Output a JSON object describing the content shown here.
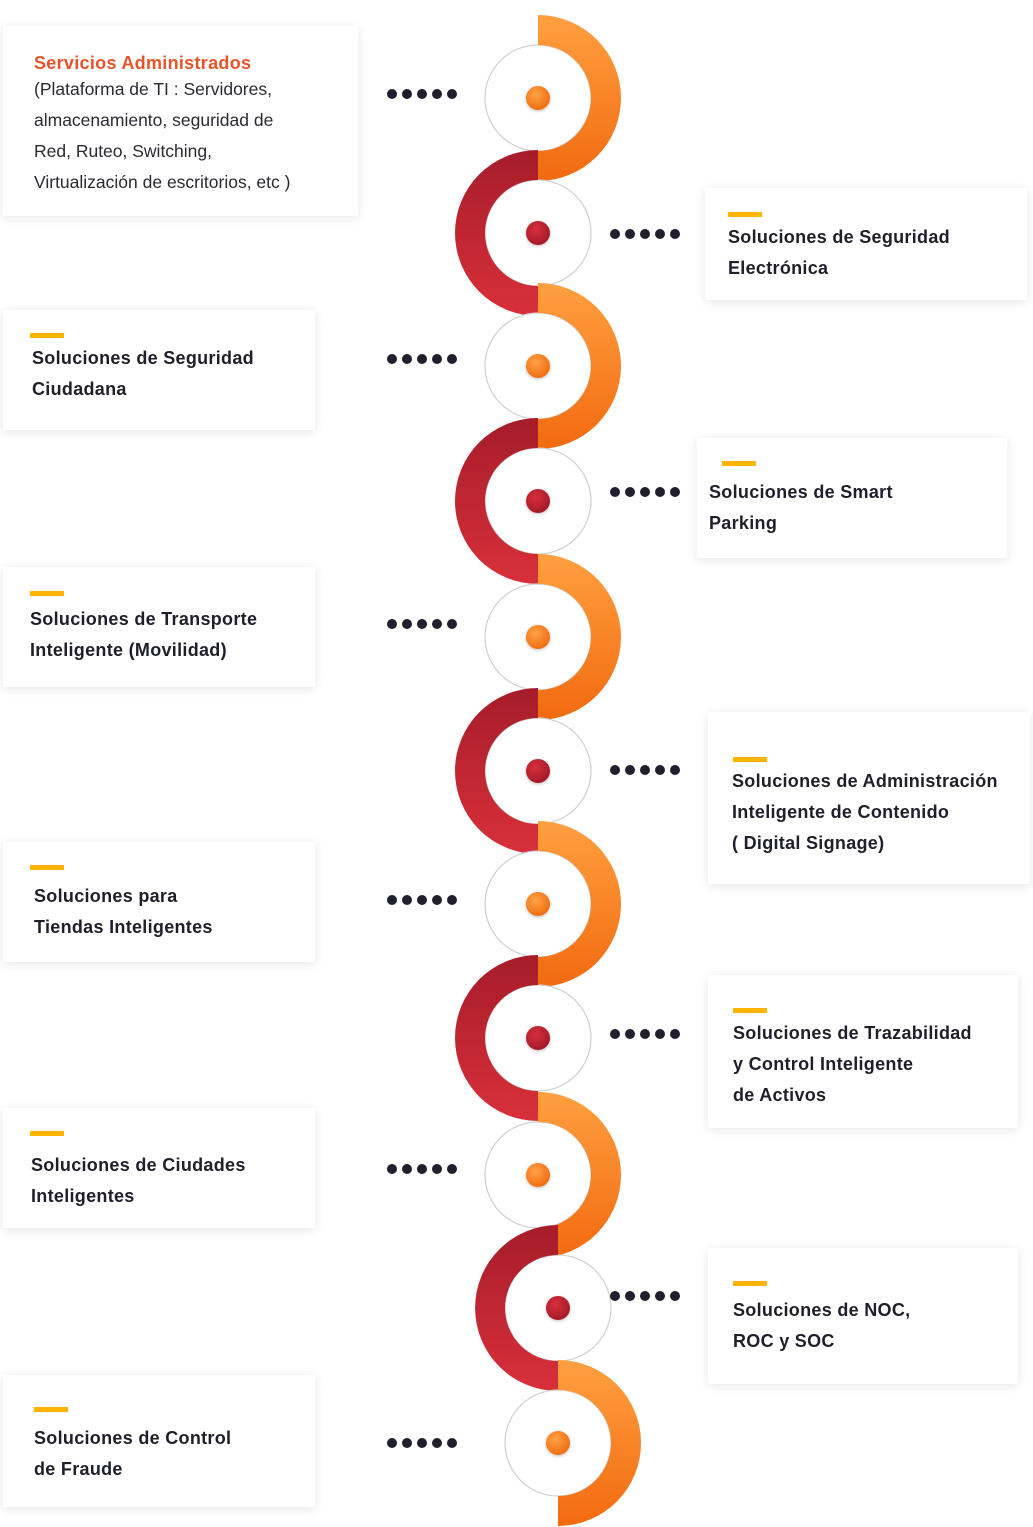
{
  "colors": {
    "accent_bar": "#ffb400",
    "title_highlight": "#e8542a",
    "orange_light": "#ffa040",
    "orange_dark": "#f26a10",
    "red_light": "#d8303a",
    "red_dark": "#a61c2a",
    "text": "#1f1f2b"
  },
  "items": [
    {
      "title": "Servicios Administrados",
      "subtitle": " (Plataforma de TI : Servidores,\nalmacenamiento, seguridad de\nRed, Ruteo, Switching,\nVirtualización de escritorios, etc )"
    },
    {
      "title": "Soluciones de Seguridad\nElectrónica"
    },
    {
      "title": "Soluciones de Seguridad\nCiudadana"
    },
    {
      "title": "Soluciones de Smart\nParking"
    },
    {
      "title": "Soluciones de Transporte\nInteligente (Movilidad)"
    },
    {
      "title": "Soluciones de Administración\nInteligente de Contenido\n( Digital Signage)"
    },
    {
      "title": "Soluciones  para\nTiendas Inteligentes"
    },
    {
      "title": "Soluciones  de Trazabilidad\ny Control Inteligente\nde Activos"
    },
    {
      "title": "Soluciones de Ciudades\nInteligentes"
    },
    {
      "title": "Soluciones de NOC,\nROC y SOC"
    },
    {
      "title": "Soluciones de Control\nde Fraude"
    }
  ]
}
